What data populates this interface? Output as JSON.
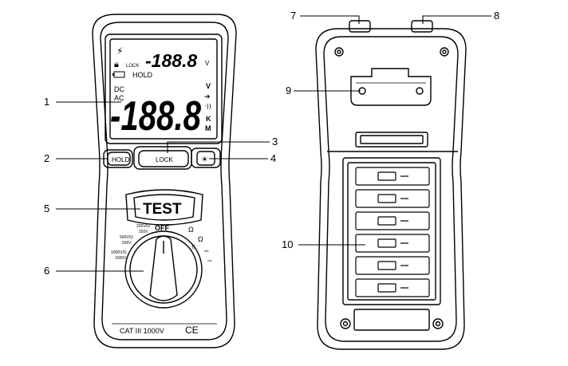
{
  "callouts": [
    "1",
    "2",
    "3",
    "4",
    "5",
    "6",
    "7",
    "8",
    "9",
    "10"
  ],
  "front": {
    "lcd": {
      "small_reading": "-188.8",
      "small_unit": "V",
      "lock_label": "LOCK",
      "hold_label": "HOLD",
      "dc_label": "DC",
      "ac_label": "AC",
      "big_reading": "-188.8",
      "unit_v": "V",
      "unit_k": "K",
      "unit_m": "M"
    },
    "buttons": {
      "hold": "HOLD",
      "lock": "LOCK",
      "test": "TEST"
    },
    "dial": {
      "off_label": "OFF",
      "range_1": "200V/Ω",
      "range_1_sub": "250V",
      "range_2": "500V/Ω",
      "range_2_sub": "500V",
      "range_3": "1000V/Ω",
      "range_3_sub": "1000V",
      "ohm_1": "Ω",
      "ohm_2": "Ω"
    },
    "category": "CAT III 1000V",
    "ce_mark": "CE"
  },
  "colors": {
    "ink": "#000000",
    "lcd_bg": "#ffffff"
  }
}
